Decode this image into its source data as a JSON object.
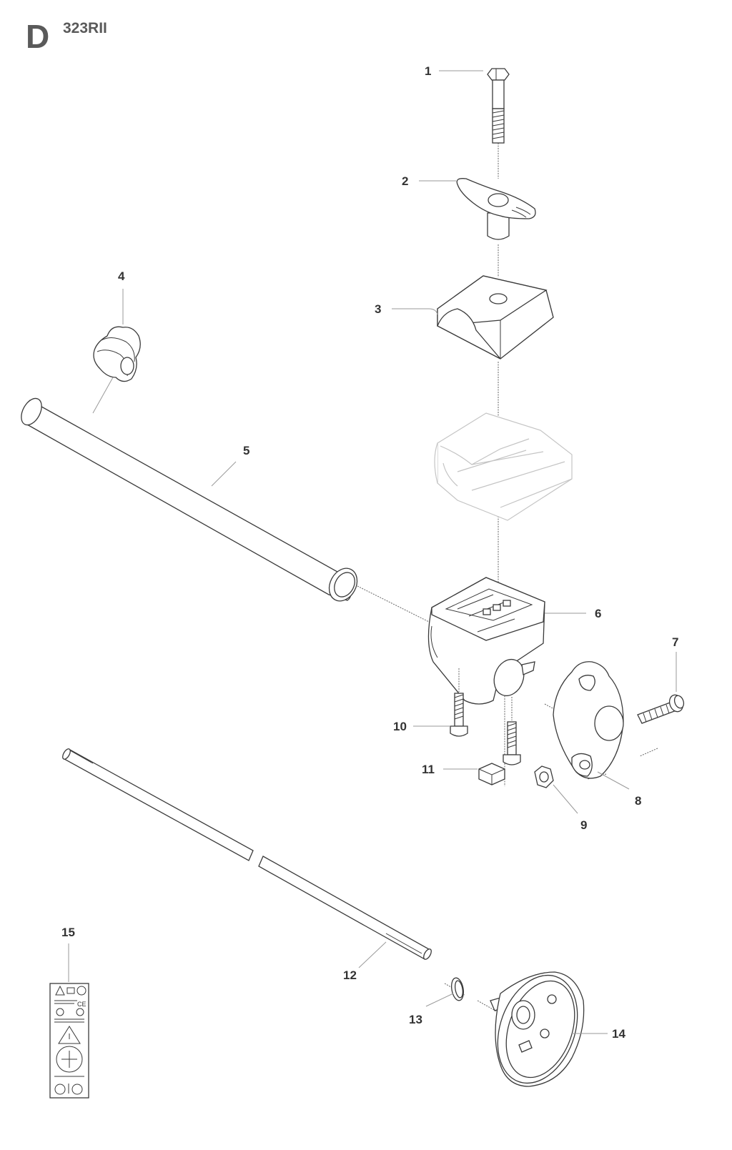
{
  "header": {
    "section_letter": "D",
    "model": "323RII"
  },
  "callouts": [
    {
      "id": "1",
      "label": "1"
    },
    {
      "id": "2",
      "label": "2"
    },
    {
      "id": "3",
      "label": "3"
    },
    {
      "id": "4",
      "label": "4"
    },
    {
      "id": "5",
      "label": "5"
    },
    {
      "id": "6",
      "label": "6"
    },
    {
      "id": "7",
      "label": "7"
    },
    {
      "id": "8",
      "label": "8"
    },
    {
      "id": "9",
      "label": "9"
    },
    {
      "id": "10",
      "label": "10"
    },
    {
      "id": "11",
      "label": "11"
    },
    {
      "id": "12",
      "label": "12"
    },
    {
      "id": "13",
      "label": "13"
    },
    {
      "id": "14",
      "label": "14"
    },
    {
      "id": "15",
      "label": "15"
    }
  ],
  "decal": {
    "ce_mark": "CE"
  }
}
